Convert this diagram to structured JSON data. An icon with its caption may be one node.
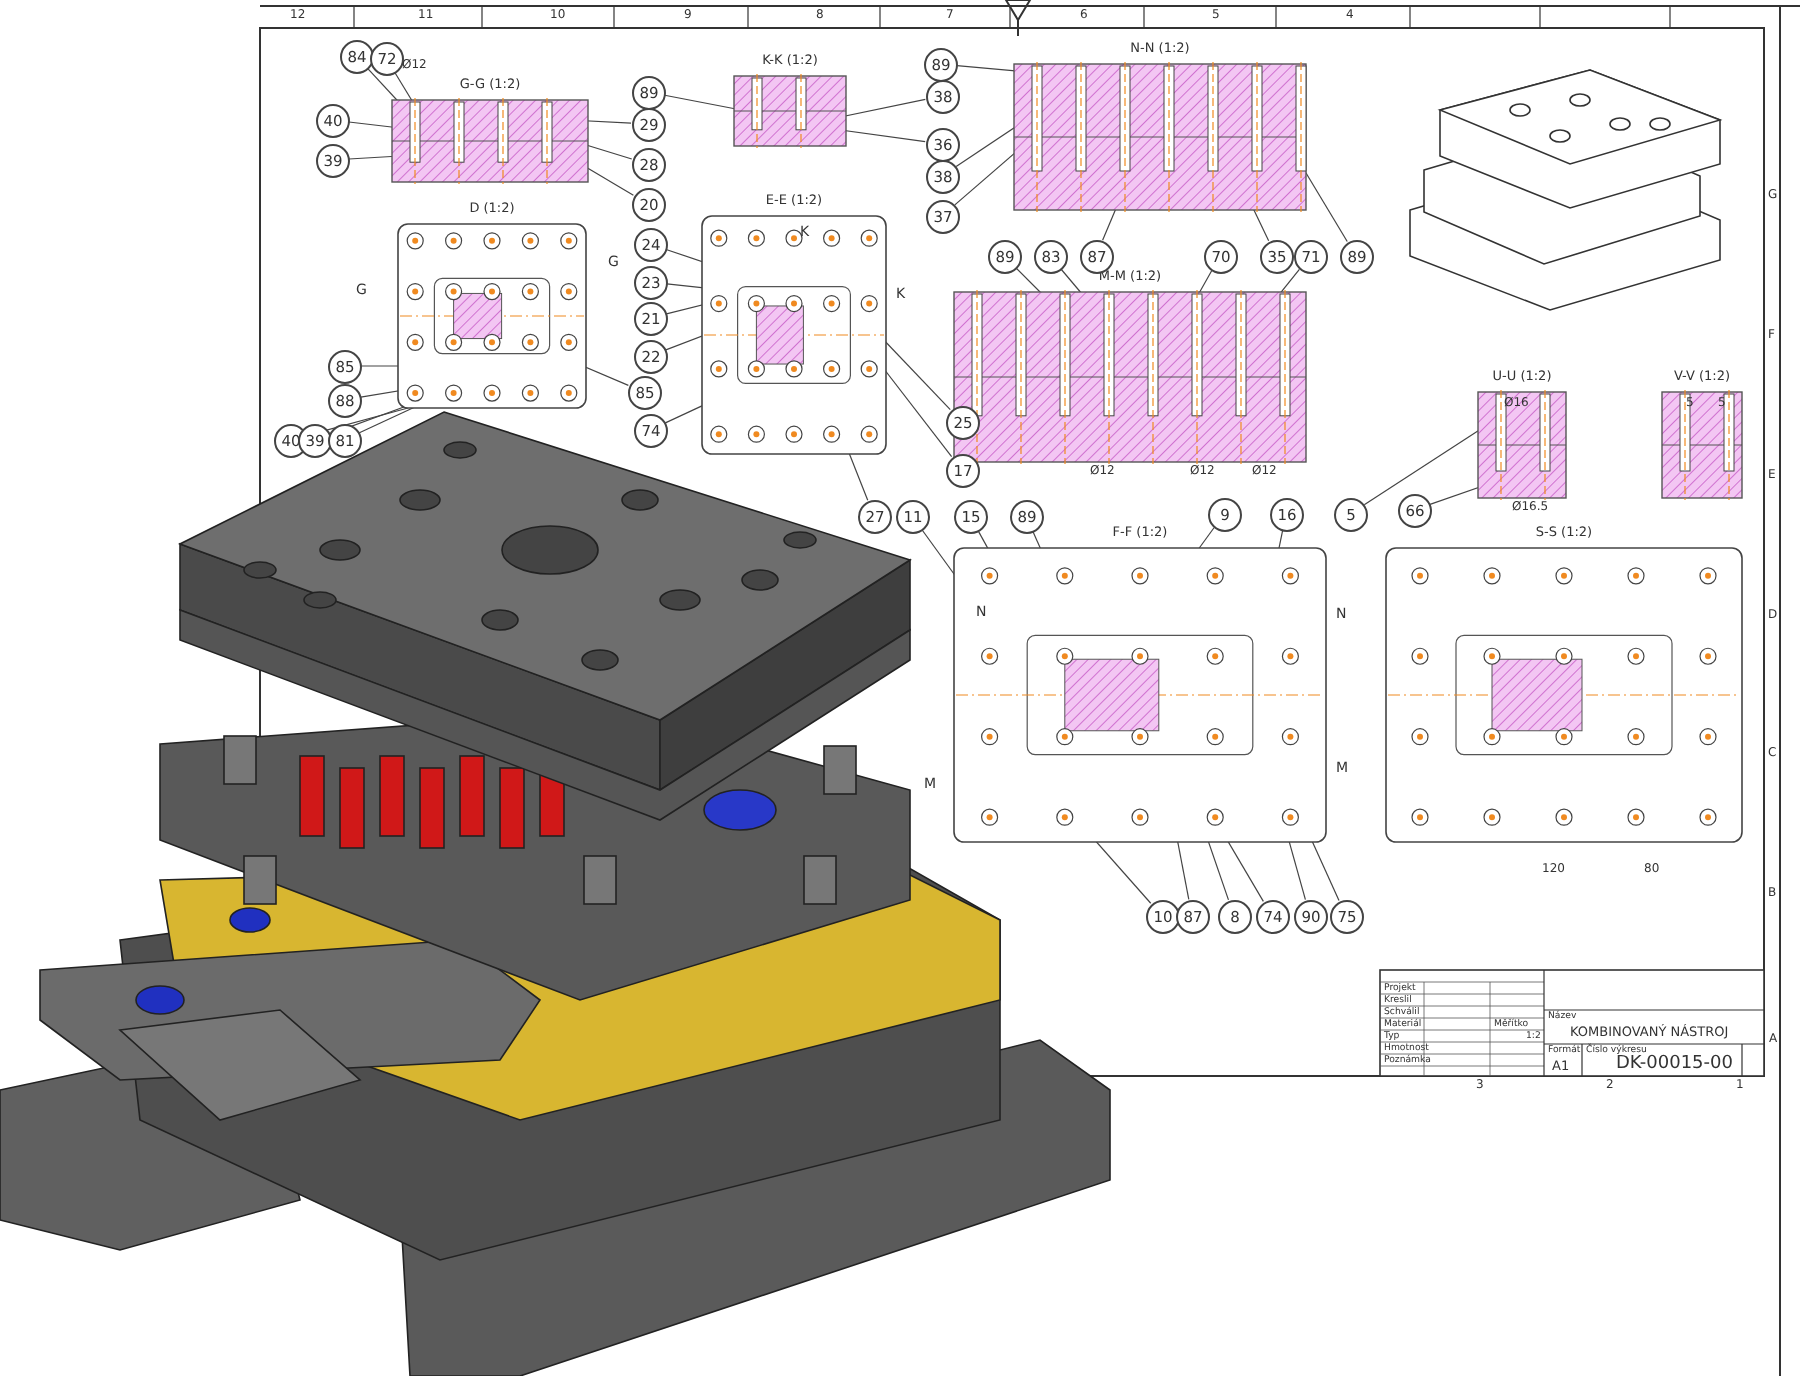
{
  "diagram": {
    "nodes": [
      {
        "text": [
          "G-G (1:2)"
        ]
      },
      {
        "text": [
          "K-K (1:2)"
        ]
      },
      {
        "text": [
          "N-N (1:2)"
        ]
      },
      {
        "text": [
          "D (1:2)"
        ]
      },
      {
        "text": [
          "E-E (1:2)"
        ]
      },
      {
        "text": [
          "M-M (1:2)"
        ]
      },
      {
        "text": [
          "U-U (1:2)"
        ]
      },
      {
        "text": [
          "V-V (1:2)"
        ]
      },
      {
        "text": [
          "F-F (1:2)"
        ]
      },
      {
        "text": [
          "S-S (1:2)"
        ]
      },
      {
        "text": [
          "84"
        ]
      },
      {
        "text": [
          "72"
        ]
      },
      {
        "text": [
          "40"
        ]
      },
      {
        "text": [
          "39"
        ]
      },
      {
        "text": [
          "29"
        ]
      },
      {
        "text": [
          "28"
        ]
      },
      {
        "text": [
          "20"
        ]
      },
      {
        "text": [
          "89"
        ]
      },
      {
        "text": [
          "89"
        ]
      },
      {
        "text": [
          "38"
        ]
      },
      {
        "text": [
          "36"
        ]
      },
      {
        "text": [
          "38"
        ]
      },
      {
        "text": [
          "37"
        ]
      },
      {
        "text": [
          "87"
        ]
      },
      {
        "text": [
          "35"
        ]
      },
      {
        "text": [
          "89"
        ]
      },
      {
        "text": [
          "89"
        ]
      },
      {
        "text": [
          "83"
        ]
      },
      {
        "text": [
          "70"
        ]
      },
      {
        "text": [
          "71"
        ]
      },
      {
        "text": [
          "24"
        ]
      },
      {
        "text": [
          "23"
        ]
      },
      {
        "text": [
          "21"
        ]
      },
      {
        "text": [
          "22"
        ]
      },
      {
        "text": [
          "74"
        ]
      },
      {
        "text": [
          "25"
        ]
      },
      {
        "text": [
          "17"
        ]
      },
      {
        "text": [
          "85"
        ]
      },
      {
        "text": [
          "88"
        ]
      },
      {
        "text": [
          "85"
        ]
      },
      {
        "text": [
          "40"
        ]
      },
      {
        "text": [
          "39"
        ]
      },
      {
        "text": [
          "81"
        ]
      },
      {
        "text": [
          "27"
        ]
      },
      {
        "text": [
          "11"
        ]
      },
      {
        "text": [
          "15"
        ]
      },
      {
        "text": [
          "89"
        ]
      },
      {
        "text": [
          "9"
        ]
      },
      {
        "text": [
          "16"
        ]
      },
      {
        "text": [
          "5"
        ]
      },
      {
        "text": [
          "66"
        ]
      },
      {
        "text": [
          "10"
        ]
      },
      {
        "text": [
          "87"
        ]
      },
      {
        "text": [
          "8"
        ]
      },
      {
        "text": [
          "74"
        ]
      },
      {
        "text": [
          "90"
        ]
      },
      {
        "text": [
          "75"
        ]
      }
    ],
    "edges": [
      {
        "from": 10,
        "to": 0,
        "arrow": "none"
      },
      {
        "from": 11,
        "to": 0,
        "arrow": "none"
      },
      {
        "from": 12,
        "to": 0,
        "arrow": "none"
      },
      {
        "from": 13,
        "to": 0,
        "arrow": "none"
      },
      {
        "from": 14,
        "to": 0,
        "arrow": "none"
      },
      {
        "from": 15,
        "to": 0,
        "arrow": "none"
      },
      {
        "from": 16,
        "to": 0,
        "arrow": "none"
      },
      {
        "from": 17,
        "to": 1,
        "arrow": "none"
      },
      {
        "from": 18,
        "to": 2,
        "arrow": "none"
      },
      {
        "from": 19,
        "to": 1,
        "arrow": "none"
      },
      {
        "from": 20,
        "to": 1,
        "arrow": "none"
      },
      {
        "from": 21,
        "to": 2,
        "arrow": "none"
      },
      {
        "from": 22,
        "to": 2,
        "arrow": "none"
      },
      {
        "from": 23,
        "to": 2,
        "arrow": "none"
      },
      {
        "from": 24,
        "to": 2,
        "arrow": "none"
      },
      {
        "from": 25,
        "to": 2,
        "arrow": "none"
      },
      {
        "from": 26,
        "to": 5,
        "arrow": "none"
      },
      {
        "from": 27,
        "to": 5,
        "arrow": "none"
      },
      {
        "from": 28,
        "to": 5,
        "arrow": "none"
      },
      {
        "from": 29,
        "to": 5,
        "arrow": "none"
      },
      {
        "from": 30,
        "to": 4,
        "arrow": "none"
      },
      {
        "from": 31,
        "to": 4,
        "arrow": "none"
      },
      {
        "from": 32,
        "to": 4,
        "arrow": "none"
      },
      {
        "from": 33,
        "to": 4,
        "arrow": "none"
      },
      {
        "from": 34,
        "to": 4,
        "arrow": "none"
      },
      {
        "from": 35,
        "to": 4,
        "arrow": "none"
      },
      {
        "from": 36,
        "to": 4,
        "arrow": "none"
      },
      {
        "from": 37,
        "to": 3,
        "arrow": "none"
      },
      {
        "from": 38,
        "to": 3,
        "arrow": "none"
      },
      {
        "from": 39,
        "to": 3,
        "arrow": "none"
      },
      {
        "from": 40,
        "to": 3,
        "arrow": "none"
      },
      {
        "from": 41,
        "to": 3,
        "arrow": "none"
      },
      {
        "from": 42,
        "to": 3,
        "arrow": "none"
      },
      {
        "from": 43,
        "to": 4,
        "arrow": "none"
      },
      {
        "from": 44,
        "to": 8,
        "arrow": "none"
      },
      {
        "from": 45,
        "to": 8,
        "arrow": "none"
      },
      {
        "from": 46,
        "to": 8,
        "arrow": "none"
      },
      {
        "from": 47,
        "to": 8,
        "arrow": "none"
      },
      {
        "from": 48,
        "to": 8,
        "arrow": "none"
      },
      {
        "from": 49,
        "to": 6,
        "arrow": "none"
      },
      {
        "from": 50,
        "to": 6,
        "arrow": "none"
      },
      {
        "from": 51,
        "to": 8,
        "arrow": "none"
      },
      {
        "from": 52,
        "to": 8,
        "arrow": "none"
      },
      {
        "from": 53,
        "to": 8,
        "arrow": "none"
      },
      {
        "from": 54,
        "to": 8,
        "arrow": "none"
      },
      {
        "from": 55,
        "to": 8,
        "arrow": "none"
      },
      {
        "from": 56,
        "to": 8,
        "arrow": "none"
      }
    ],
    "labels": [
      "12",
      "11",
      "10",
      "9",
      "8",
      "7",
      "6",
      "5",
      "4",
      "G",
      "F",
      "E",
      "D",
      "C",
      "B",
      "A",
      "Ø12",
      "G",
      "G",
      "K",
      "K",
      "N",
      "N",
      "M",
      "M",
      "Ø12",
      "Ø12",
      "Ø12",
      "Ø16",
      "5",
      "5",
      "Ø16.5",
      "120",
      "80",
      "Projekt",
      "Kreslil",
      "Schválil",
      "Materiál",
      "Typ",
      "Hmotnost",
      "Poznámka",
      "Měřítko",
      "1:2",
      "Název",
      "KOMBINOVANÝ NÁSTROJ",
      "Formát",
      "A1",
      "Číslo výkresu",
      "DK-00015-00",
      "3",
      "2",
      "1"
    ]
  }
}
